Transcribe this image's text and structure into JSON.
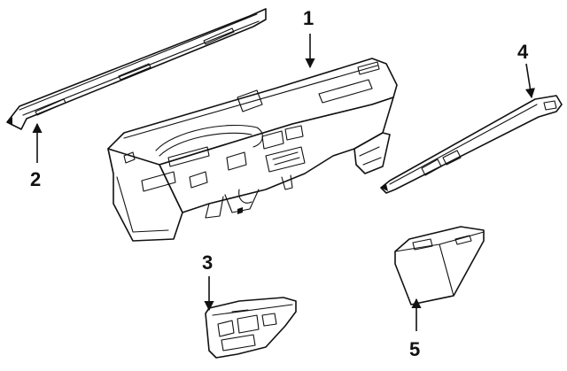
{
  "callouts": [
    {
      "id": "1",
      "label": "1"
    },
    {
      "id": "2",
      "label": "2"
    },
    {
      "id": "3",
      "label": "3"
    },
    {
      "id": "4",
      "label": "4"
    },
    {
      "id": "5",
      "label": "5"
    }
  ],
  "colors": {
    "ink": "#111111",
    "paper": "#ffffff"
  }
}
